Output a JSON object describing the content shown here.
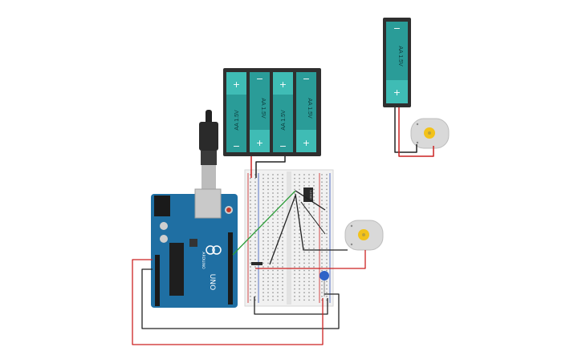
{
  "batteries": {
    "label": "AA 1.5V",
    "plus": "+",
    "minus": "−"
  },
  "arduino": {
    "brand": "ARDUINO",
    "model": "UNO"
  },
  "ic": {
    "label": "L293D"
  },
  "colors": {
    "battery_case": "#2f2f2f",
    "battery_cell": "#2a9c98",
    "battery_cell_light": "#3fbcb5",
    "arduino_board": "#1f6fa3",
    "breadboard": "#f1f1f1",
    "wire_red": "#cc2222",
    "wire_black": "#222222",
    "wire_green": "#2e9e3a",
    "motor_body": "#d9d9d9",
    "motor_shaft": "#f2c21a"
  }
}
